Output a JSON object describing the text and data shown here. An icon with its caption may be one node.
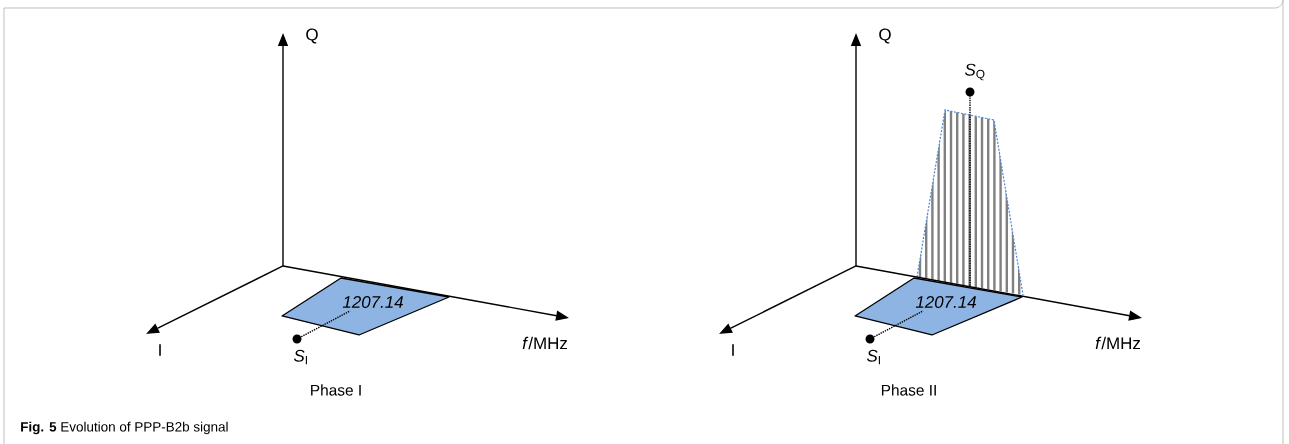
{
  "diagram": {
    "caption": "**Fig. 5** Evolution of PPP-B2b signal",
    "labels": [
      "Q",
      "1207.14",
      "I",
      "*f*/MHz",
      "*S*$_{I}$",
      "Phase I",
      "Q",
      "*S*$_{Q}$",
      "1207.14",
      "I",
      "*f*/MHz",
      "*S*$_{I}$",
      "Phase II"
    ]
  }
}
